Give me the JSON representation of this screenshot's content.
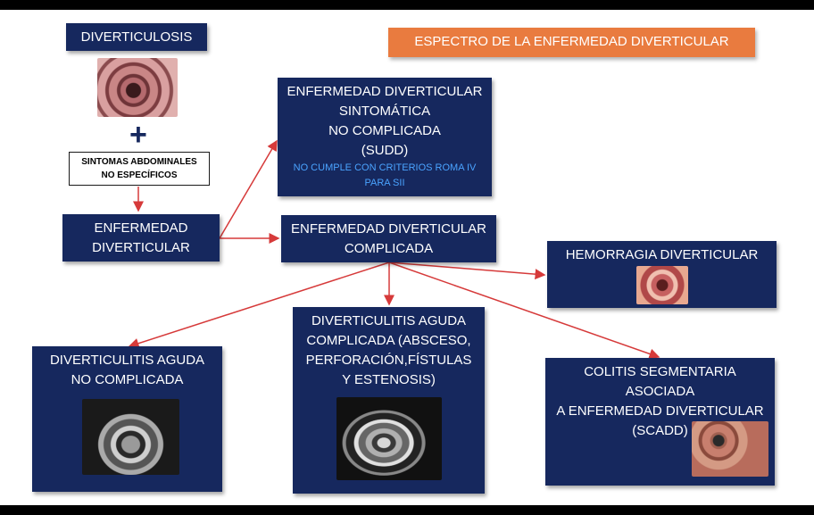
{
  "title": "ESPECTRO DE LA ENFERMEDAD DIVERTICULAR",
  "diverticulosis": "DIVERTICULOSIS",
  "plus": "+",
  "symptoms": "SINTOMAS ABDOMINALES\nNO ESPECÍFICOS",
  "enfermedad": "ENFERMEDAD\nDIVERTICULAR",
  "sudd": "ENFERMEDAD DIVERTICULAR\nSINTOMÁTICA\nNO COMPLICADA\n(SUDD)",
  "sudd_note": "NO CUMPLE CON CRITERIOS ROMA IV\nPARA SII",
  "complicada": "ENFERMEDAD DIVERTICULAR\nCOMPLICADA",
  "hemorragia": "HEMORRAGIA DIVERTICULAR",
  "aguda_no_complicada": "DIVERTICULITIS AGUDA\nNO COMPLICADA",
  "aguda_complicada": "DIVERTICULITIS AGUDA\nCOMPLICADA (ABSCESO,\nPERFORACIÓN,FÍSTULAS\nY ESTENOSIS)",
  "scadd": "COLITIS SEGMENTARIA\nASOCIADA\nA ENFERMEDAD DIVERTICULAR\n(SCADD)",
  "colors": {
    "box": "#16285e",
    "title": "#e97b3f",
    "arrow": "#d63a3a",
    "note": "#4aa3ff"
  }
}
